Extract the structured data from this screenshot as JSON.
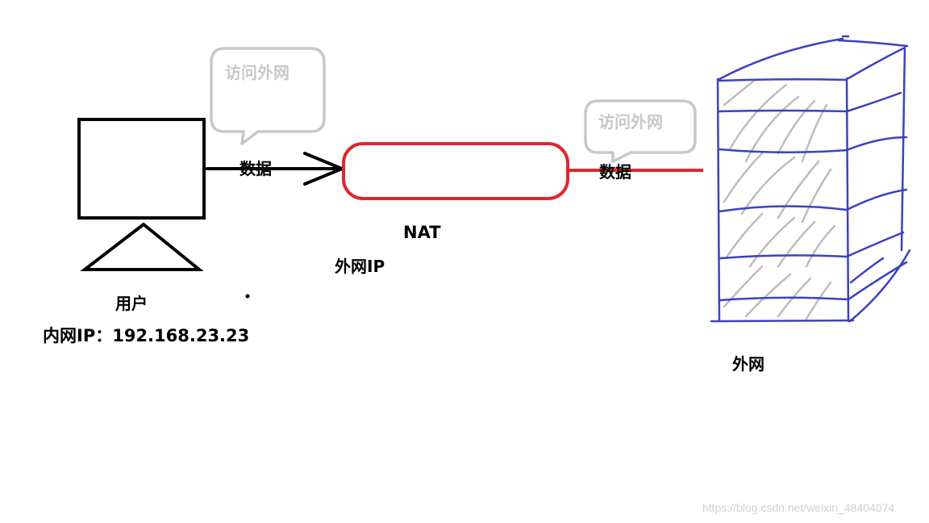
{
  "labels": {
    "user": "用户",
    "inner_ip": "内网IP：192.168.23.23",
    "nat": "NAT",
    "outer_ip": "外网IP",
    "external_net": "外网",
    "data_1": "数据",
    "data_2": "数据",
    "bubble_1": "访问外网",
    "bubble_2": "访问外网"
  },
  "watermark": "https://blog.csdn.net/weixin_48404074",
  "colors": {
    "computer": "#000000",
    "nat_box": "#e0262d",
    "server": "#3a42c4",
    "server_hatch": "#bdbdbd",
    "bubble": "#c8c8c8"
  }
}
